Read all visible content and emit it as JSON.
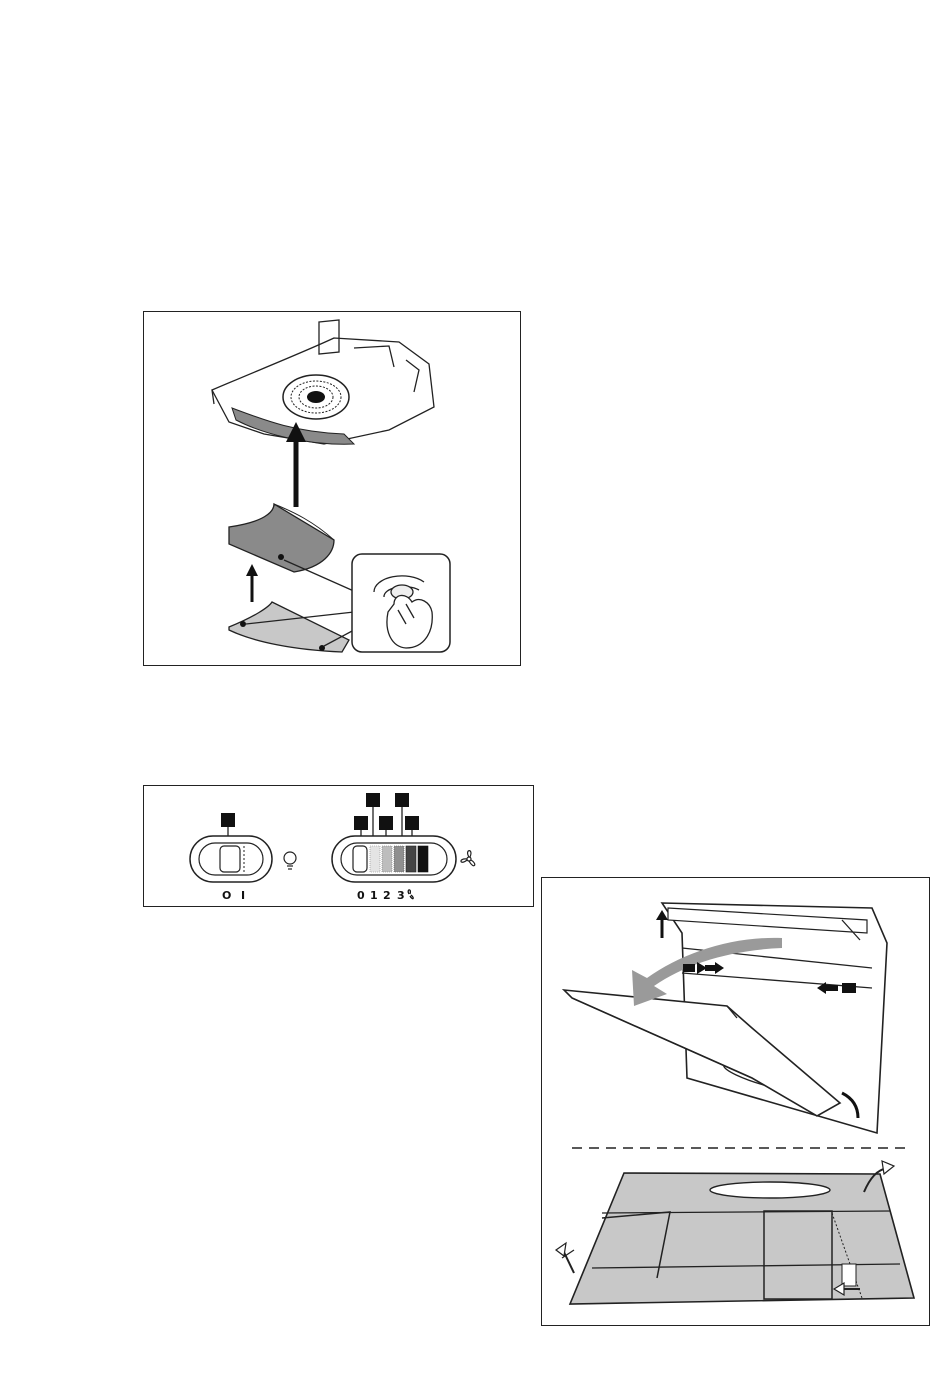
{
  "figures": {
    "filter_mount": {
      "description_icon": "rotate-lock-icon"
    },
    "control_panel": {
      "light_switch": {
        "scale_labels": [
          "O",
          "I"
        ],
        "icon": "light-bulb-icon"
      },
      "fan_switch": {
        "scale_labels": [
          "0",
          "1",
          "2",
          "3"
        ],
        "icon": "fan-icon"
      }
    },
    "hood_filter": {
      "divider": "dashed"
    }
  },
  "colors": {
    "line": "#222222",
    "part_fill": "#8a8a8a",
    "filter_fill": "#c8c8c8"
  }
}
